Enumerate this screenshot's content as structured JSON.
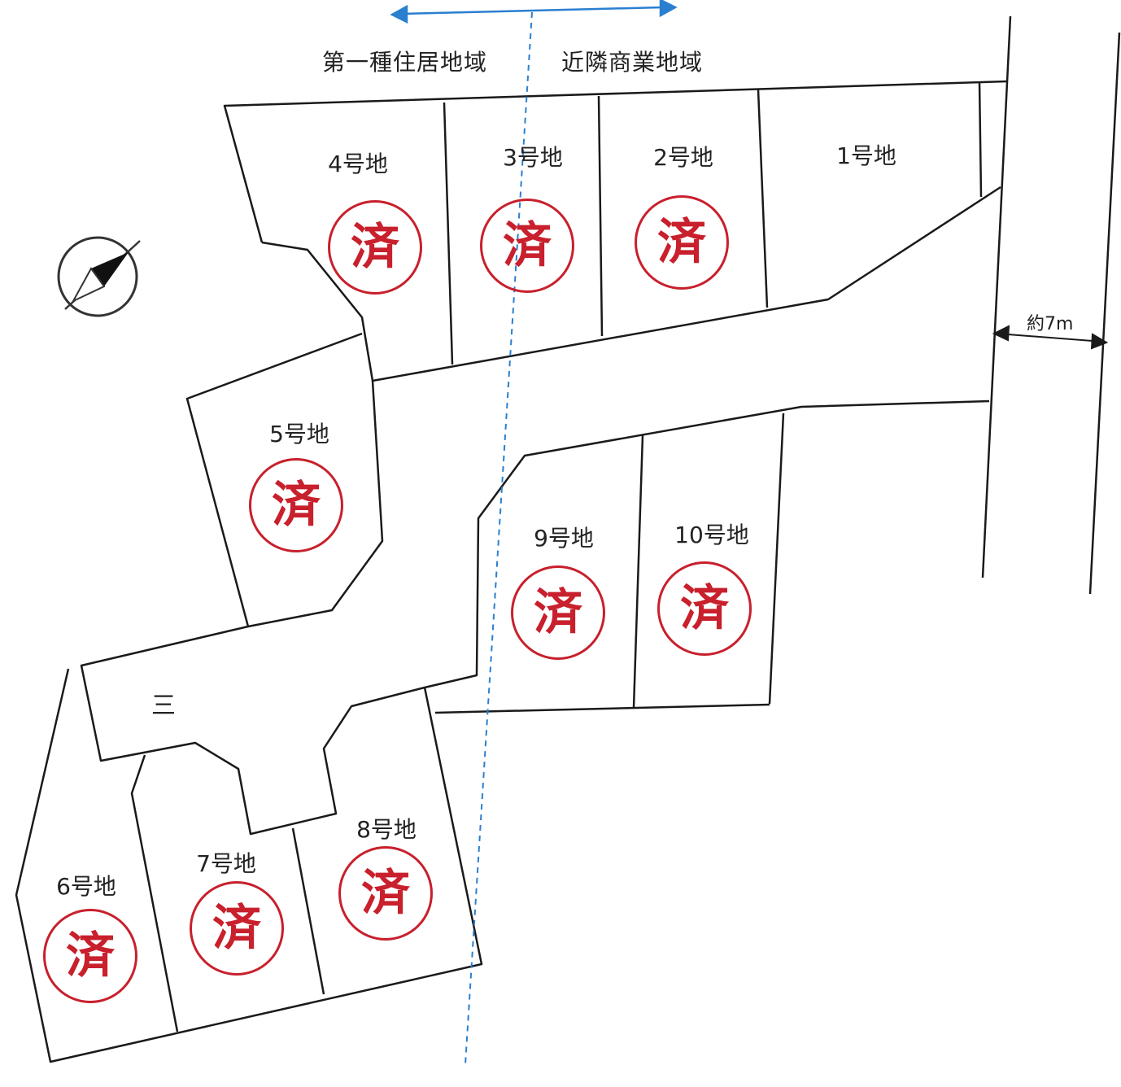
{
  "zones": {
    "left": "第一種住居地域",
    "right": "近隣商業地域",
    "boundary_color": "#2a7fd0"
  },
  "road_width": "約7m",
  "private_road_mark": "三",
  "stamp": {
    "text": "済",
    "color": "#c8202c"
  },
  "lots": [
    {
      "id": "4",
      "label": "4号地",
      "sold": true
    },
    {
      "id": "3",
      "label": "3号地",
      "sold": true
    },
    {
      "id": "2",
      "label": "2号地",
      "sold": true
    },
    {
      "id": "1",
      "label": "1号地",
      "sold": false
    },
    {
      "id": "5",
      "label": "5号地",
      "sold": true
    },
    {
      "id": "9",
      "label": "9号地",
      "sold": true
    },
    {
      "id": "10",
      "label": "10号地",
      "sold": true
    },
    {
      "id": "6",
      "label": "6号地",
      "sold": true
    },
    {
      "id": "7",
      "label": "7号地",
      "sold": true
    },
    {
      "id": "8",
      "label": "8号地",
      "sold": true
    }
  ],
  "compass": {
    "icon": "north-arrow-icon"
  }
}
